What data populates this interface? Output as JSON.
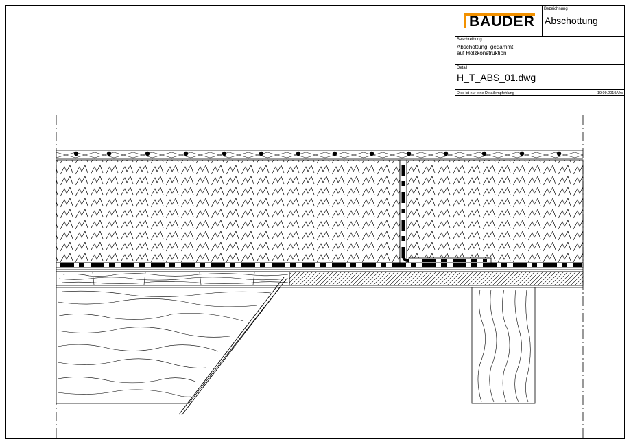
{
  "titleblock": {
    "logo_text": "BAUDER",
    "bezeichnung_caption": "Bezeichnung",
    "bezeichnung_value": "Abschottung",
    "beschreibung_caption": "Beschreibung",
    "beschreibung_value": "Abschottung, gedämmt,\nauf Holzkonstruktion",
    "detail_caption": "Detail",
    "detail_value": "H_T_ABS_01.dwg",
    "footer_left": "Dies ist nur eine Detailempfehlung",
    "footer_right": "19.09.2019/Vrs"
  },
  "colors": {
    "brand_orange": "#f29100",
    "line": "#000000"
  },
  "icons": {
    "logo": "bauder-logo"
  }
}
